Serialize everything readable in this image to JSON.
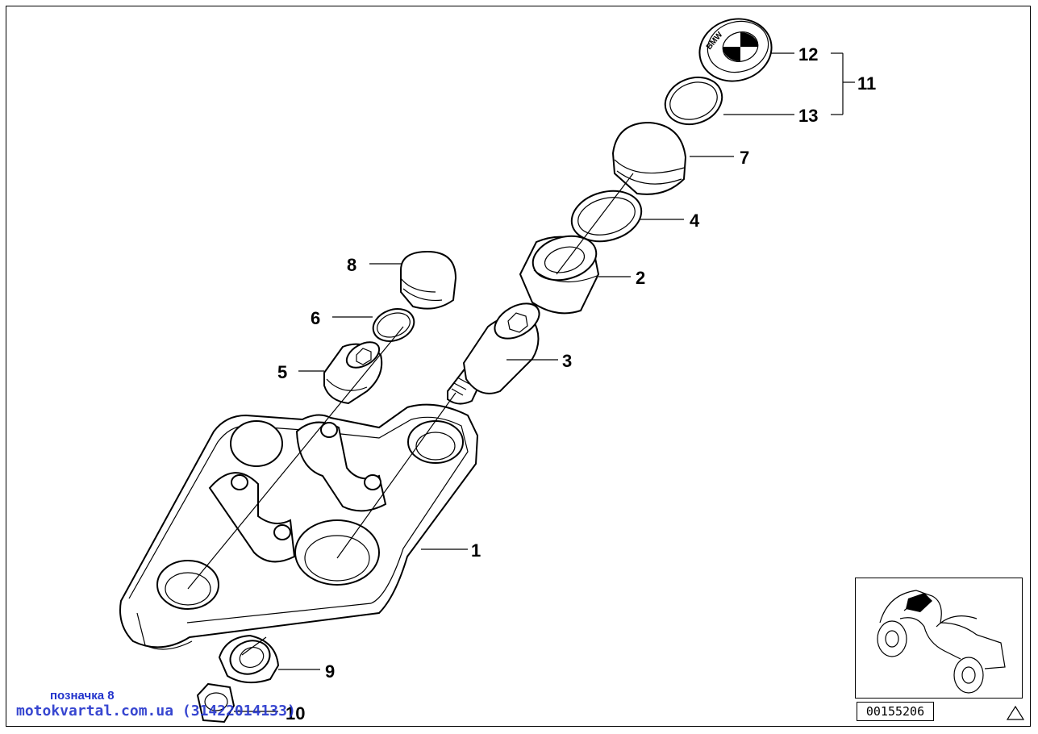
{
  "callouts": [
    {
      "id": "1",
      "label": "1"
    },
    {
      "id": "2",
      "label": "2"
    },
    {
      "id": "3",
      "label": "3"
    },
    {
      "id": "4",
      "label": "4"
    },
    {
      "id": "5",
      "label": "5"
    },
    {
      "id": "6",
      "label": "6"
    },
    {
      "id": "7",
      "label": "7"
    },
    {
      "id": "8",
      "label": "8"
    },
    {
      "id": "9",
      "label": "9"
    },
    {
      "id": "10",
      "label": "10"
    },
    {
      "id": "11",
      "label": "11"
    },
    {
      "id": "12",
      "label": "12"
    },
    {
      "id": "13",
      "label": "13"
    }
  ],
  "logo_text": "BMW",
  "marker_label": "позначка 8",
  "watermark": "motokvartal.com.ua (31422014133)",
  "diagram_code": "00155206",
  "icons": {
    "warning": "warning-triangle-icon",
    "location": "motorcycle-location-thumbnail"
  }
}
